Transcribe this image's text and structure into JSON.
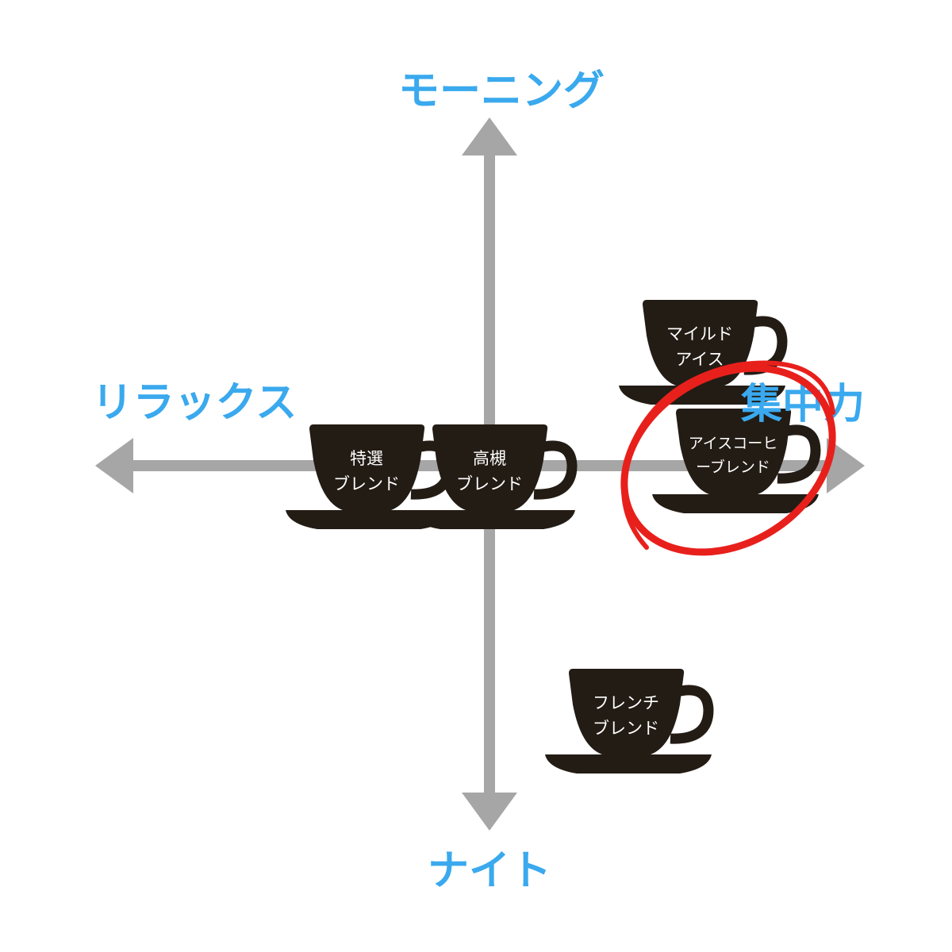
{
  "axes": {
    "top": "モーニング",
    "bottom": "ナイト",
    "left": "リラックス",
    "right": "集中力"
  },
  "items": [
    {
      "line1": "特選",
      "line2": "ブレンド"
    },
    {
      "line1": "高槻",
      "line2": "ブレンド"
    },
    {
      "line1": "マイルド",
      "line2": "アイス"
    },
    {
      "line1": "アイスコーヒ",
      "line2": "ーブレンド",
      "highlighted": true
    },
    {
      "line1": "フレンチ",
      "line2": "ブレンド"
    }
  ],
  "colors": {
    "label": "#3aa9ee",
    "axis": "#a6a6a6",
    "cup": "#231c15",
    "highlight": "#e8201c"
  }
}
